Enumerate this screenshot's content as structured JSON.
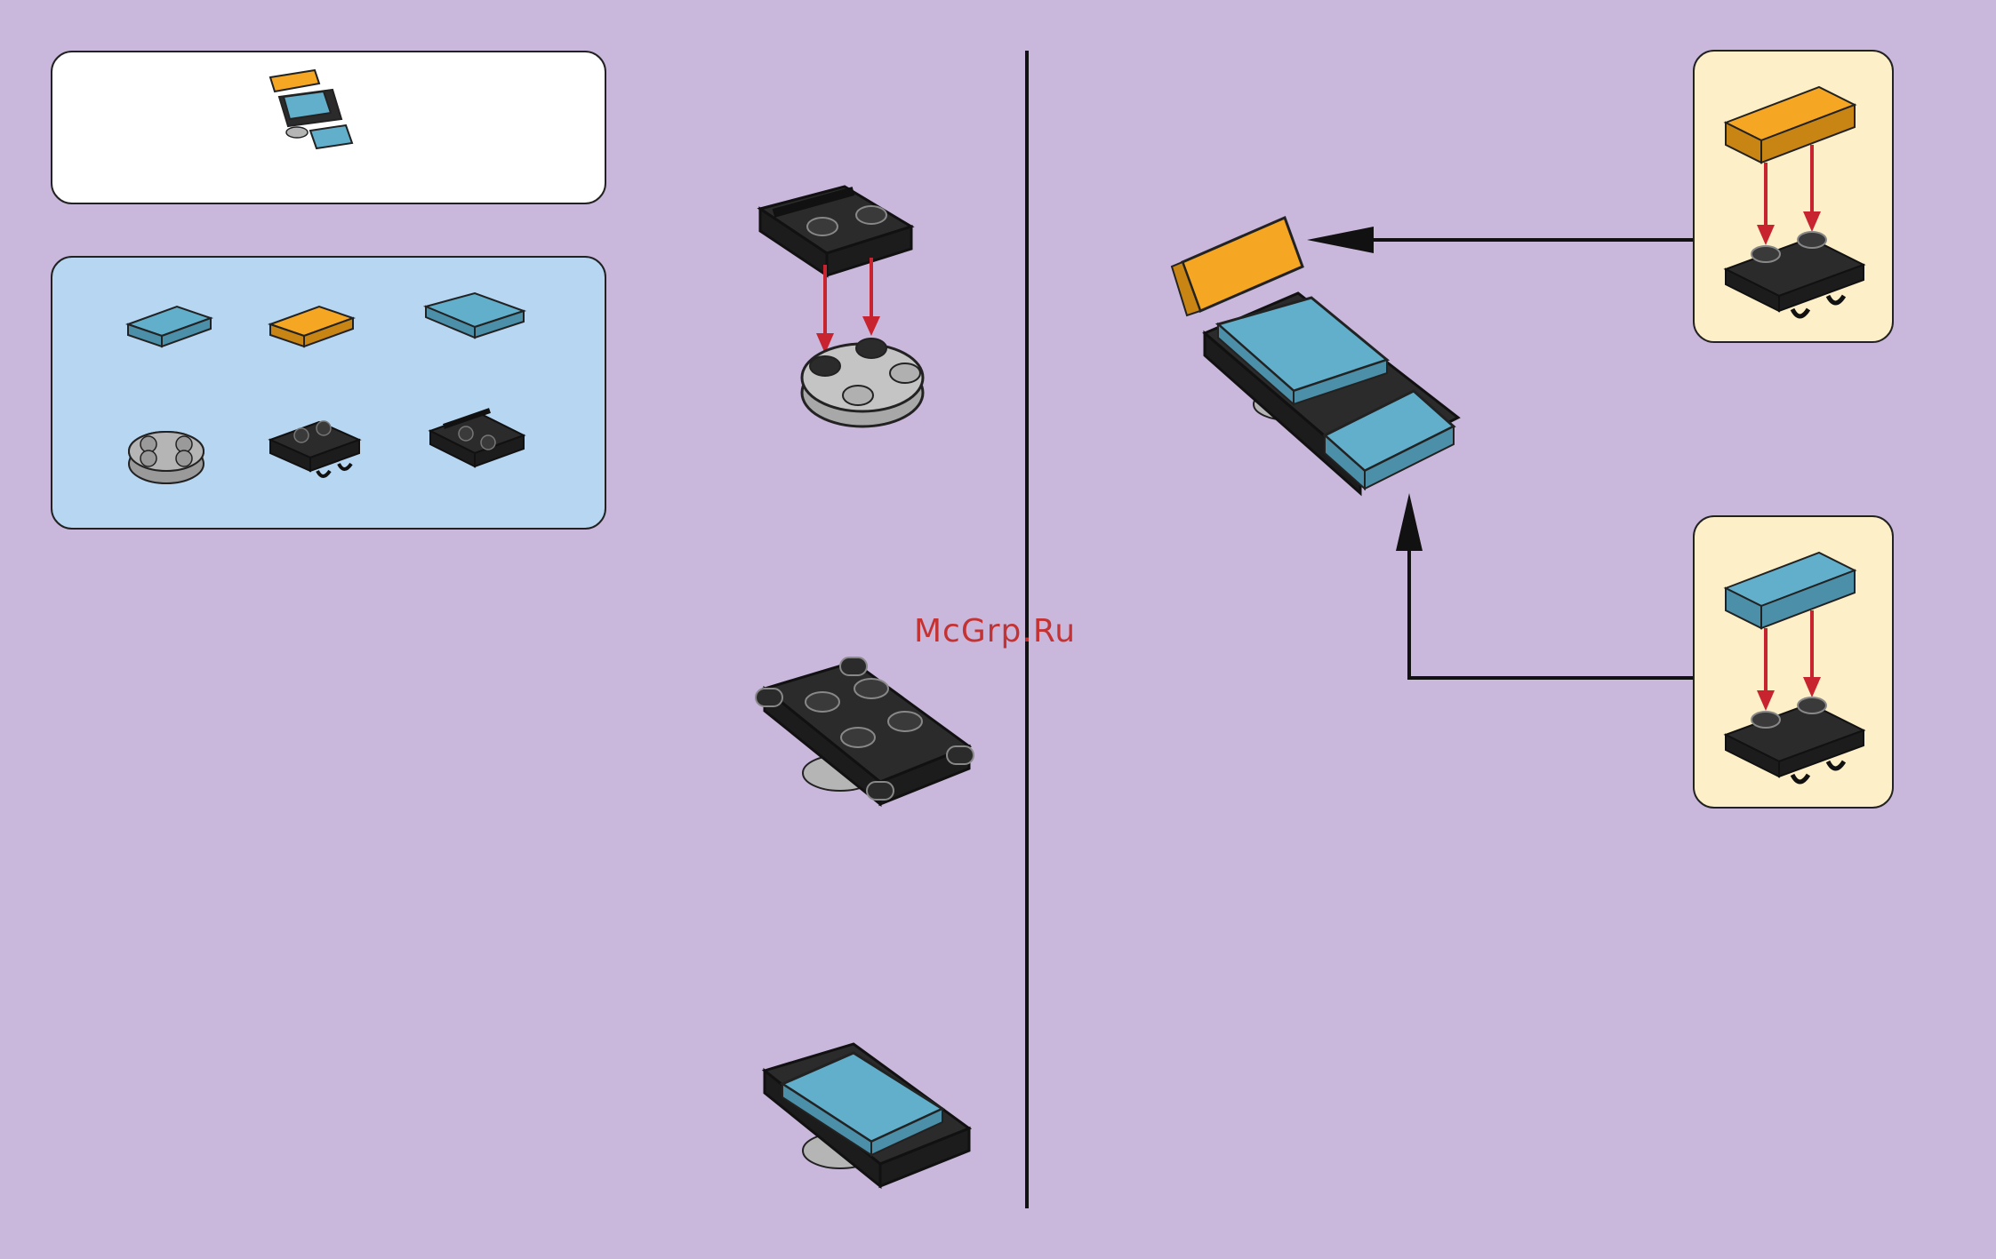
{
  "watermark": "McGrp.Ru",
  "colors": {
    "background": "#c9b8dc",
    "preview_panel": "#ffffff",
    "parts_panel": "#b6d6f2",
    "subassembly_panel": "#fdefc8",
    "brick_blue": "#62afcc",
    "brick_orange": "#f5a623",
    "brick_black": "#2b2b2b",
    "brick_grey": "#b5b5b5",
    "arrow_red": "#c8242f"
  },
  "parts_list": [
    {
      "name": "tile-1x2-medium-azure",
      "color": "#62afcc"
    },
    {
      "name": "tile-1x2-orange",
      "color": "#f5a623"
    },
    {
      "name": "tile-2x2-medium-azure",
      "color": "#62afcc"
    },
    {
      "name": "round-plate-2x2-light-grey",
      "color": "#b5b5b5"
    },
    {
      "name": "plate-with-clips-black",
      "color": "#2b2b2b"
    },
    {
      "name": "plate-with-bar-black",
      "color": "#2b2b2b"
    }
  ]
}
